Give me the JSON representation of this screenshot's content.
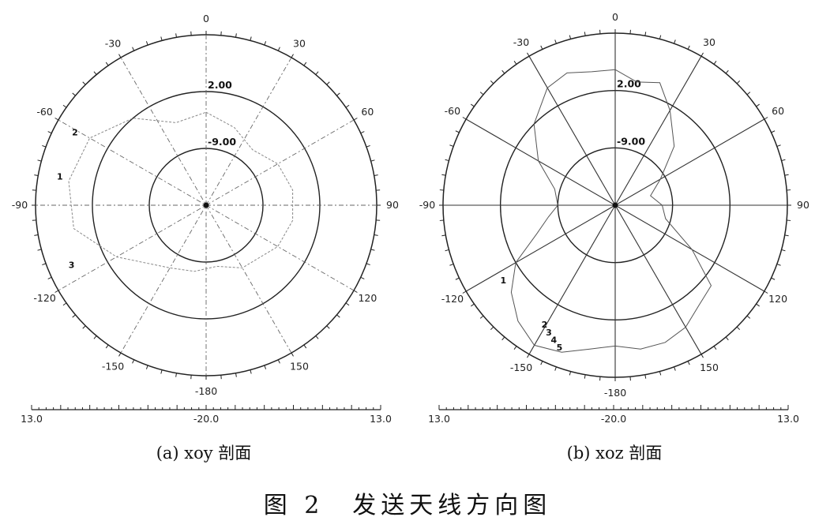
{
  "figure_caption": "图 2　发送天线方向图",
  "chart_data": [
    {
      "type": "polar",
      "caption": "(a) xoy 剖面",
      "angle_labels": [
        "0",
        "30",
        "60",
        "90",
        "120",
        "150",
        "-180",
        "-150",
        "-120",
        "-90",
        "-60",
        "-30"
      ],
      "angles": [
        0,
        30,
        60,
        90,
        120,
        150,
        180,
        -150,
        -120,
        -90,
        -60,
        -30
      ],
      "ring_labels": [
        "2.00",
        "-9.00"
      ],
      "rings": [
        2.0,
        -9.0
      ],
      "axis": {
        "min_label": "13.0",
        "mid_label": "-20.0",
        "max_label": "13.0",
        "r_min": -20,
        "r_max": 13
      },
      "trace_labels": [
        "1",
        "2",
        "3"
      ],
      "series": [
        {
          "label": "1",
          "points": [
            [
              0,
              -2
            ],
            [
              20,
              -4
            ],
            [
              40,
              -6
            ],
            [
              60,
              -4
            ],
            [
              80,
              -3
            ],
            [
              100,
              -3
            ],
            [
              120,
              -4
            ],
            [
              150,
              -6
            ],
            [
              170,
              -8
            ],
            [
              -170,
              -7
            ],
            [
              -150,
              -6
            ],
            [
              -120,
              0
            ],
            [
              -100,
              6
            ],
            [
              -80,
              7
            ],
            [
              -60,
              6
            ],
            [
              -40,
              2
            ],
            [
              -20,
              -3
            ]
          ]
        }
      ]
    },
    {
      "type": "polar",
      "caption": "(b) xoz 剖面",
      "angle_labels": [
        "0",
        "30",
        "60",
        "90",
        "120",
        "150",
        "-180",
        "-150",
        "-120",
        "-90",
        "-60",
        "-30"
      ],
      "angles": [
        0,
        30,
        60,
        90,
        120,
        150,
        180,
        -150,
        -120,
        -90,
        -60,
        -30
      ],
      "ring_labels": [
        "2.00",
        "-9.00"
      ],
      "rings": [
        2.0,
        -9.0
      ],
      "axis": {
        "min_label": "13.0",
        "mid_label": "-20.0",
        "max_label": "13.0",
        "r_min": -20,
        "r_max": 13
      },
      "trace_labels": [
        "1",
        "2",
        "3",
        "4",
        "5"
      ],
      "series": [
        {
          "label": "1",
          "points": [
            [
              0,
              6
            ],
            [
              10,
              4
            ],
            [
              20,
              5
            ],
            [
              30,
              1
            ],
            [
              45,
              -4
            ],
            [
              60,
              -10
            ],
            [
              75,
              -13
            ],
            [
              90,
              -11
            ],
            [
              105,
              -10
            ],
            [
              120,
              -3
            ],
            [
              130,
              4
            ],
            [
              140,
              5
            ],
            [
              150,
              7
            ],
            [
              160,
              8
            ],
            [
              170,
              8
            ],
            [
              180,
              7
            ],
            [
              -170,
              8
            ],
            [
              -160,
              10
            ],
            [
              -150,
              11
            ],
            [
              -140,
              9
            ],
            [
              -130,
              6
            ],
            [
              -120,
              2
            ],
            [
              -110,
              -4
            ],
            [
              -100,
              -7
            ],
            [
              -90,
              -9
            ],
            [
              -75,
              -8
            ],
            [
              -60,
              -3
            ],
            [
              -45,
              2
            ],
            [
              -30,
              6
            ],
            [
              -20,
              7
            ],
            [
              -10,
              6
            ]
          ]
        }
      ]
    }
  ]
}
